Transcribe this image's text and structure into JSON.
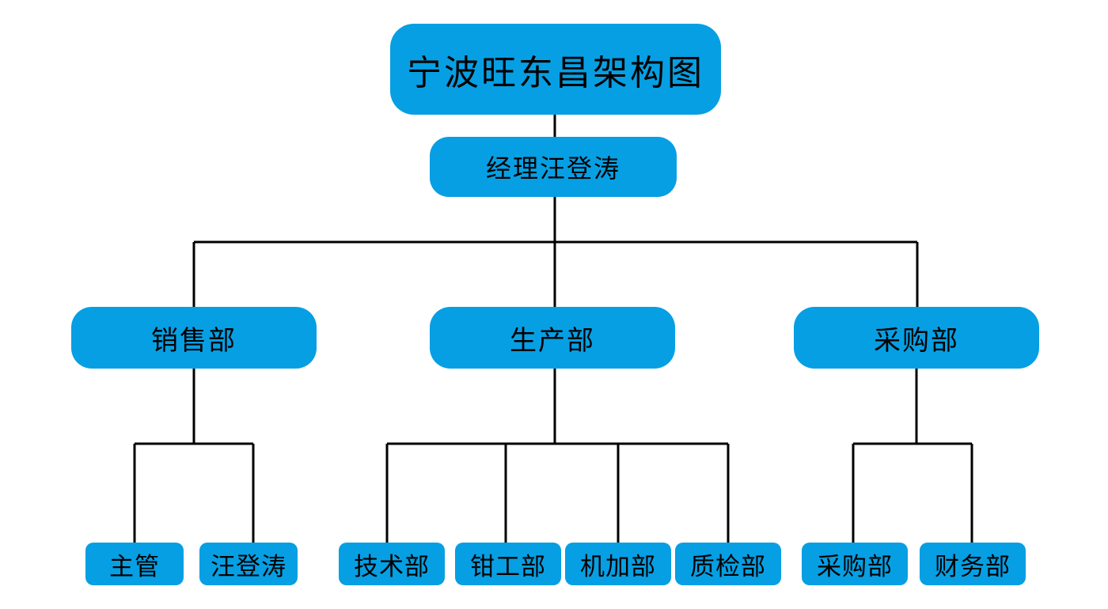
{
  "diagram": {
    "type": "organization-chart",
    "background_color": "#ffffff",
    "node_color": "#069fe3",
    "node_text_color": "#000000",
    "connector_color": "#000000",
    "title": "宁波旺东昌架构图"
  },
  "nodes": {
    "root": {
      "label": "宁波旺东昌架构图"
    },
    "manager": {
      "label": "经理汪登涛"
    },
    "departments": [
      {
        "label": "销售部"
      },
      {
        "label": "生产部"
      },
      {
        "label": "采购部"
      }
    ],
    "sales_children": [
      {
        "label": "主管"
      },
      {
        "label": "汪登涛"
      }
    ],
    "production_children": [
      {
        "label": "技术部"
      },
      {
        "label": "钳工部"
      },
      {
        "label": "机加部"
      },
      {
        "label": "质检部"
      }
    ],
    "purchasing_children": [
      {
        "label": "采购部"
      },
      {
        "label": "财务部"
      }
    ]
  }
}
